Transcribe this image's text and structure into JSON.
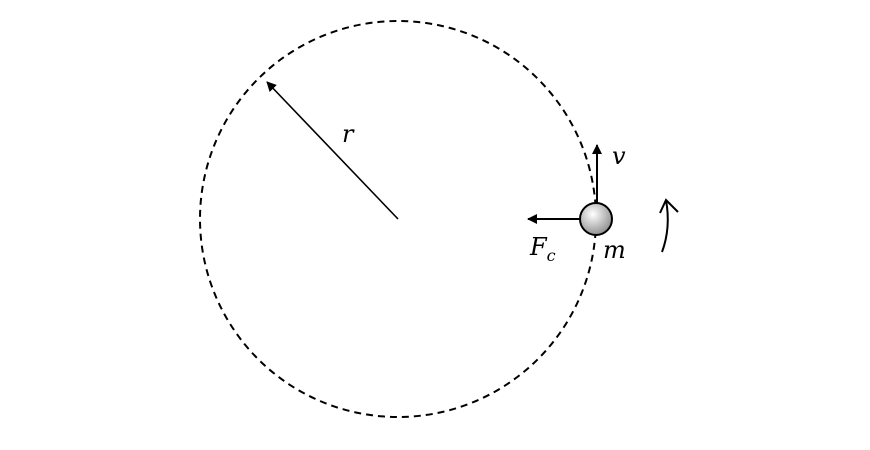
{
  "labels": {
    "radius": "r",
    "velocity": "v",
    "force": "F",
    "force_subscript": "c",
    "mass": "m"
  },
  "colors": {
    "stroke": "#000000",
    "mass_fill_light": "#ffffff",
    "mass_fill_dark": "#8a8a8a"
  }
}
